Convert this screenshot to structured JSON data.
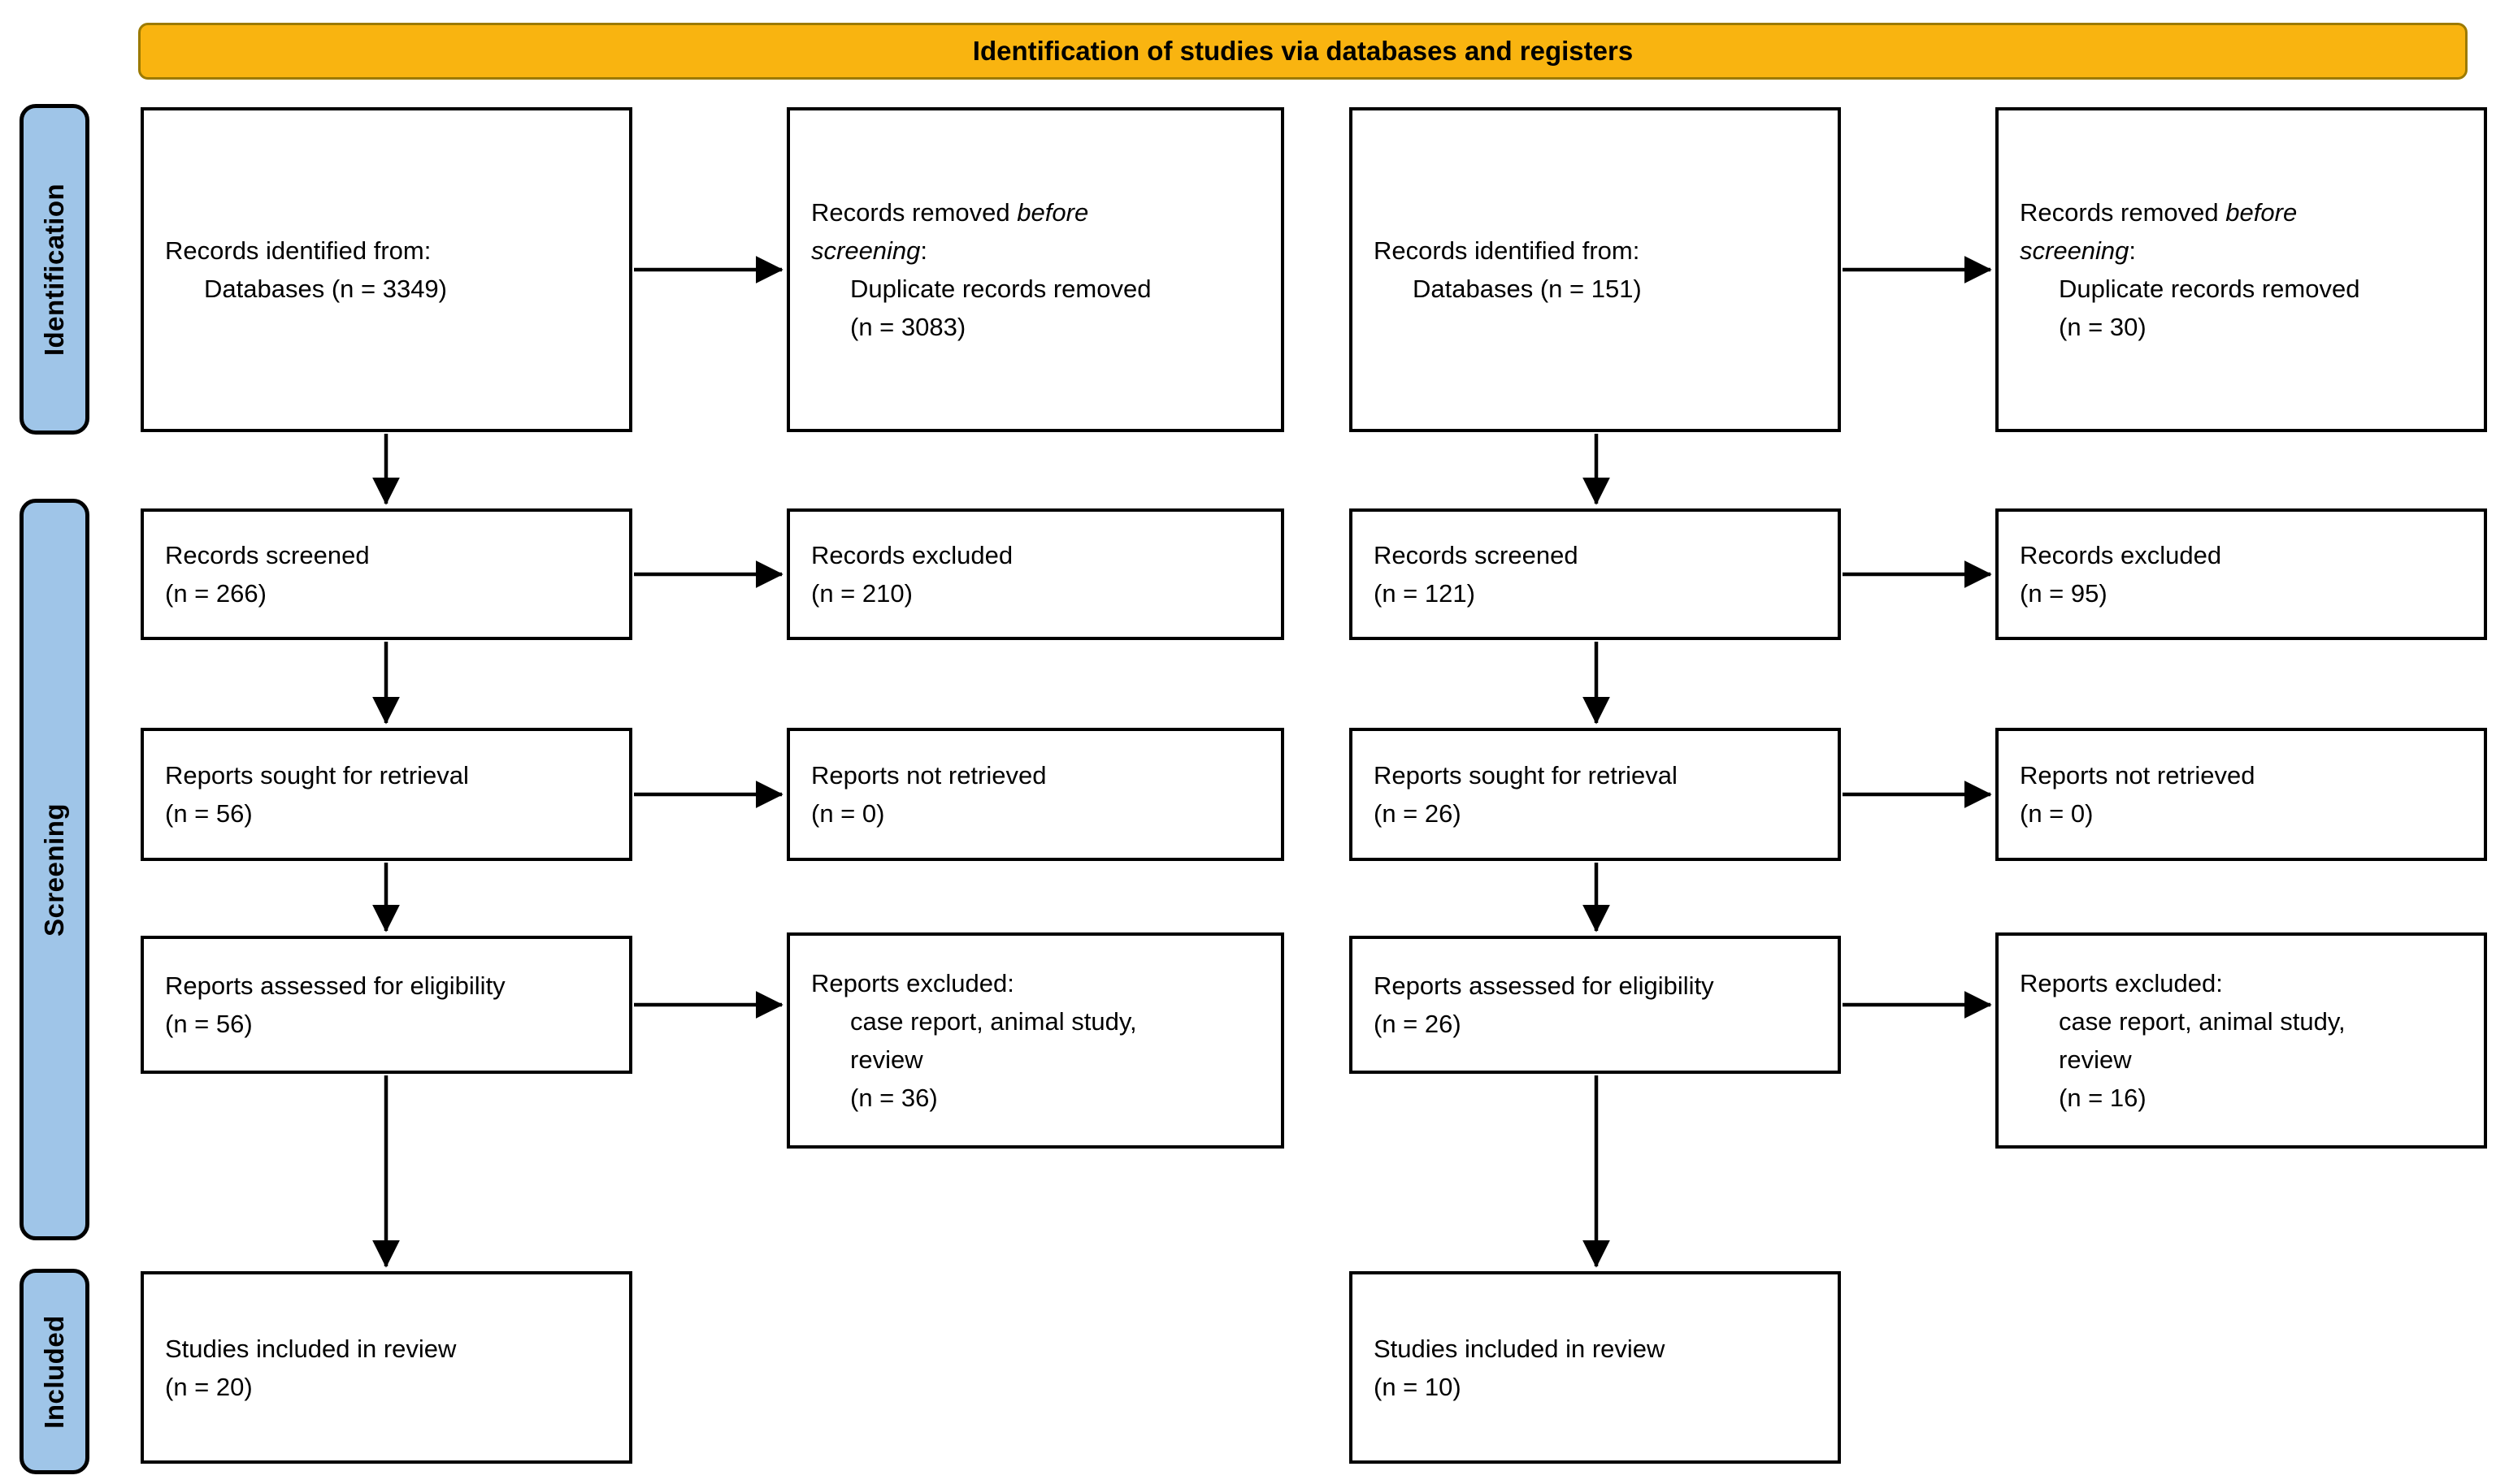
{
  "banner": {
    "title": "Identification of studies via databases and registers"
  },
  "sidebar": {
    "stages": [
      {
        "label": "Identification"
      },
      {
        "label": "Screening"
      },
      {
        "label": "Included"
      }
    ]
  },
  "colors": {
    "banner_fill": "#F9B410",
    "banner_border": "#9C7A00",
    "stage_fill": "#9FC5E8",
    "box_border": "#000000"
  },
  "left_flow": {
    "identified": {
      "l1": "Records identified from:",
      "l2": "Databases (n = 3349)"
    },
    "removed": {
      "l1a": "Records removed ",
      "l1b": "before",
      "l2a": "screening",
      "l2b": ":",
      "l3": "Duplicate records removed",
      "l4": "(n = 3083)"
    },
    "screened": {
      "l1": "Records screened",
      "l2": "(n = 266)"
    },
    "excluded": {
      "l1": "Records excluded",
      "l2": "(n = 210)"
    },
    "sought": {
      "l1": "Reports sought for retrieval",
      "l2": "(n = 56)"
    },
    "not_retrieved": {
      "l1": "Reports not retrieved",
      "l2": "(n = 0)"
    },
    "assessed": {
      "l1": "Reports assessed for eligibility",
      "l2": "(n = 56)"
    },
    "reports_excluded": {
      "l1": "Reports excluded:",
      "l2": "case report, animal study,",
      "l3": "review",
      "l4": "(n = 36)"
    },
    "included": {
      "l1": "Studies included in review",
      "l2": "(n = 20)"
    }
  },
  "right_flow": {
    "identified": {
      "l1": "Records identified from:",
      "l2": "Databases (n = 151)"
    },
    "removed": {
      "l1a": "Records removed ",
      "l1b": "before",
      "l2a": "screening",
      "l2b": ":",
      "l3": "Duplicate records removed",
      "l4": "(n = 30)"
    },
    "screened": {
      "l1": "Records screened",
      "l2": "(n = 121)"
    },
    "excluded": {
      "l1": "Records excluded",
      "l2": "(n = 95)"
    },
    "sought": {
      "l1": "Reports sought for retrieval",
      "l2": "(n = 26)"
    },
    "not_retrieved": {
      "l1": "Reports not retrieved",
      "l2": "(n = 0)"
    },
    "assessed": {
      "l1": "Reports assessed for eligibility",
      "l2": "(n = 26)"
    },
    "reports_excluded": {
      "l1": "Reports excluded:",
      "l2": "case report, animal study,",
      "l3": "review",
      "l4": "(n = 16)"
    },
    "included": {
      "l1": "Studies included in review",
      "l2": "(n = 10)"
    }
  }
}
